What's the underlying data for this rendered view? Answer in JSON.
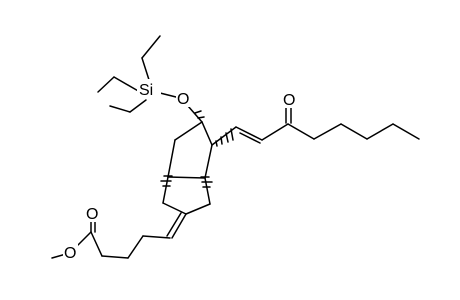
{
  "molecule": {
    "atoms": {
      "si": "Si",
      "o_ether": "O",
      "o_ketone": "O",
      "o_ester_carbonyl": "O",
      "o_ester_methoxy": "O"
    }
  },
  "colors": {
    "bond": "#000000",
    "background": "#ffffff"
  }
}
